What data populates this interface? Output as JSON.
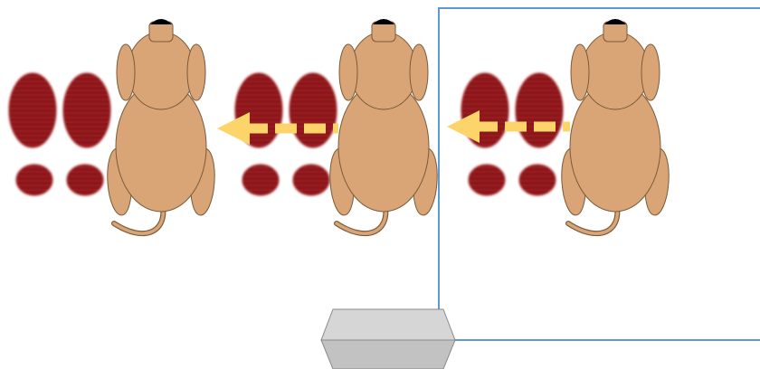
{
  "colors": {
    "background": "#ffffff",
    "dog_body": "#d9a577",
    "dog_outline": "#7a5a3a",
    "dog_nose": "#000000",
    "muscle_fill": "#9b1b1f",
    "muscle_stripe": "#6e1014",
    "arrow": "#fcd46a",
    "frame_border": "#5b9bd5",
    "wedge_top": "#d6d6d6",
    "wedge_bottom": "#c2c2c2",
    "wedge_outline": "#8a8a8a"
  },
  "icons": {
    "dog": "dog-top-view-icon",
    "muscle_block": "muscle-tissue-icon",
    "arrow": "dashed-arrow-left-icon",
    "frame": "camera-frame",
    "platform": "hexagonal-platform"
  },
  "scene": {
    "panel_count": 3,
    "arrow_count": 2,
    "direction": "left"
  }
}
